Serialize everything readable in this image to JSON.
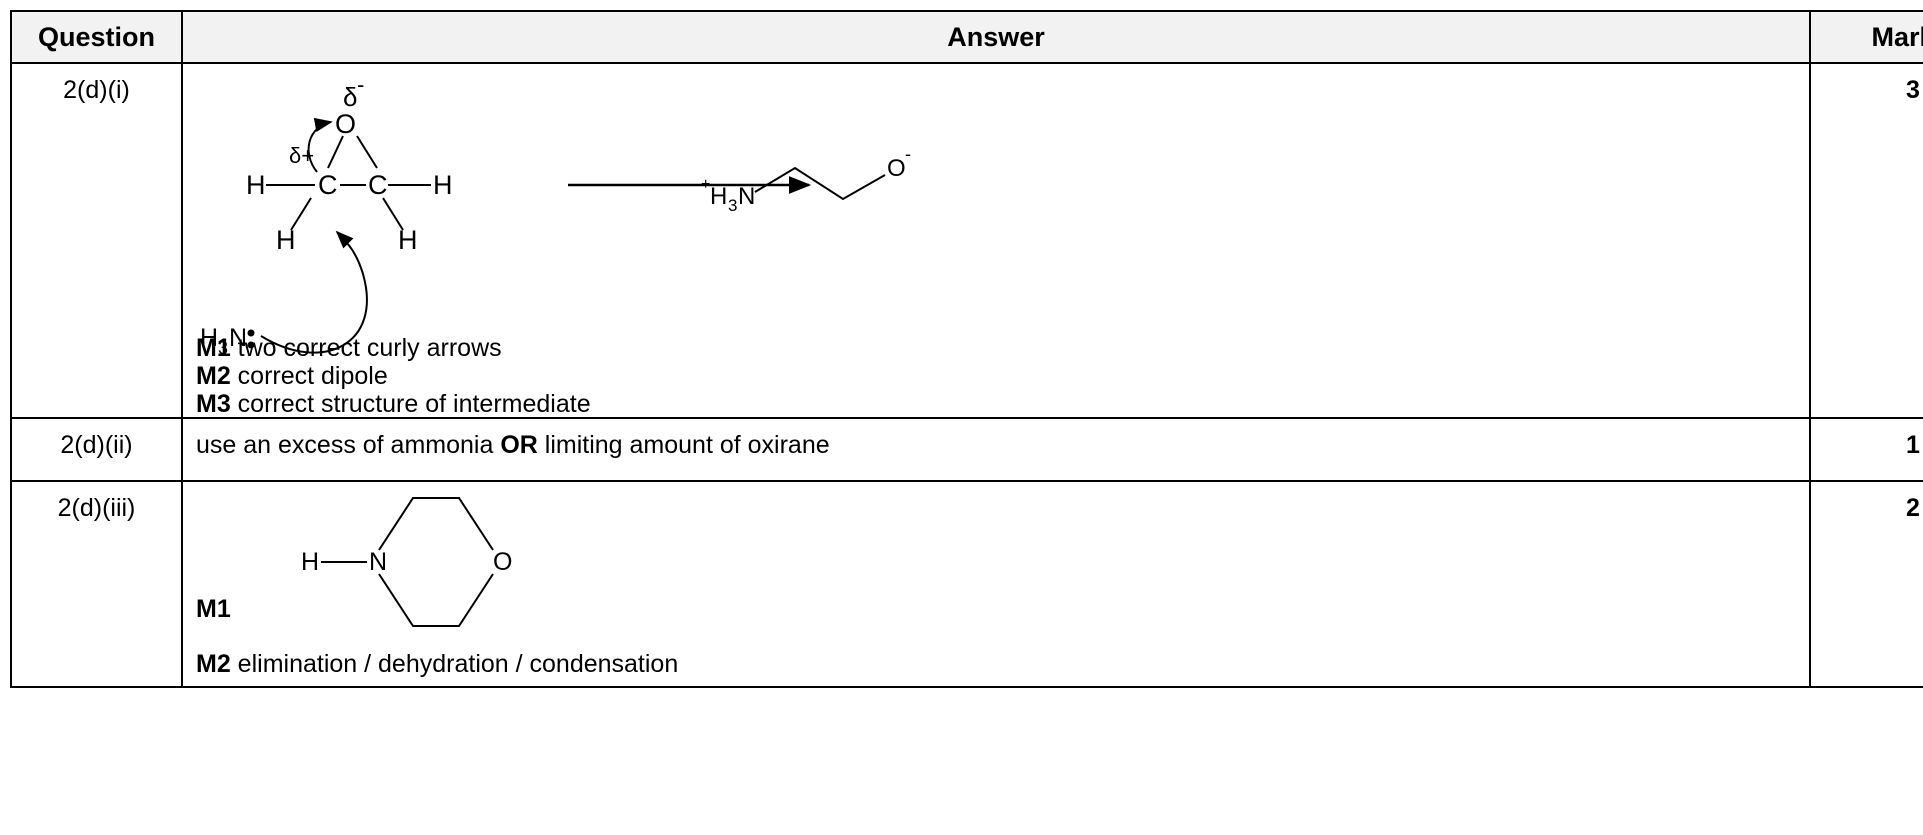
{
  "header": {
    "question": "Question",
    "answer": "Answer",
    "marks": "Marks"
  },
  "rows": [
    {
      "question": "2(d)(i)",
      "marks": "3",
      "diagram": {
        "delta_minus": "δ",
        "minus_sign": "-",
        "delta_plus": "δ+",
        "oxygen": "O",
        "carbon": "C",
        "hydrogen": "H",
        "nucleophile_h": "H",
        "nucleophile_sub": "3",
        "nucleophile_n": "N",
        "product_plus": "+",
        "product_h": "H",
        "product_sub": "3",
        "product_n": "N",
        "product_o": "O",
        "product_minus": "-"
      },
      "points": [
        {
          "label": "M1",
          "text": " two correct curly arrows"
        },
        {
          "label": "M2",
          "text": " correct dipole"
        },
        {
          "label": "M3",
          "text": " correct structure of intermediate"
        }
      ]
    },
    {
      "question": "2(d)(ii)",
      "marks": "1",
      "answer_pre": "use an excess of ammonia ",
      "answer_bold": "OR",
      "answer_post": " limiting amount of oxirane"
    },
    {
      "question": "2(d)(iii)",
      "marks": "2",
      "diagram": {
        "hydrogen": "H",
        "nitrogen": "N",
        "oxygen": "O"
      },
      "m1_label": "M1",
      "m2_label": "M2",
      "m2_text": " elimination / dehydration / condensation"
    }
  ]
}
